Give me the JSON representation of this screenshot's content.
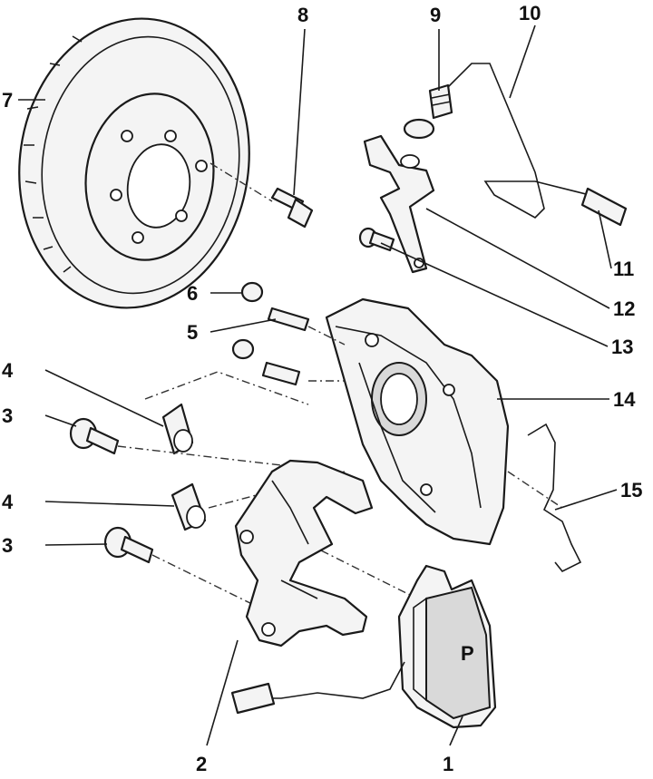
{
  "callouts": {
    "c1": "1",
    "c2": "2",
    "c3a": "3",
    "c3b": "3",
    "c4a": "4",
    "c4b": "4",
    "c5": "5",
    "c6": "6",
    "c7": "7",
    "c8": "8",
    "c9": "9",
    "c10": "10",
    "c11": "11",
    "c12": "12",
    "c13": "13",
    "c14": "14",
    "c15": "15"
  }
}
